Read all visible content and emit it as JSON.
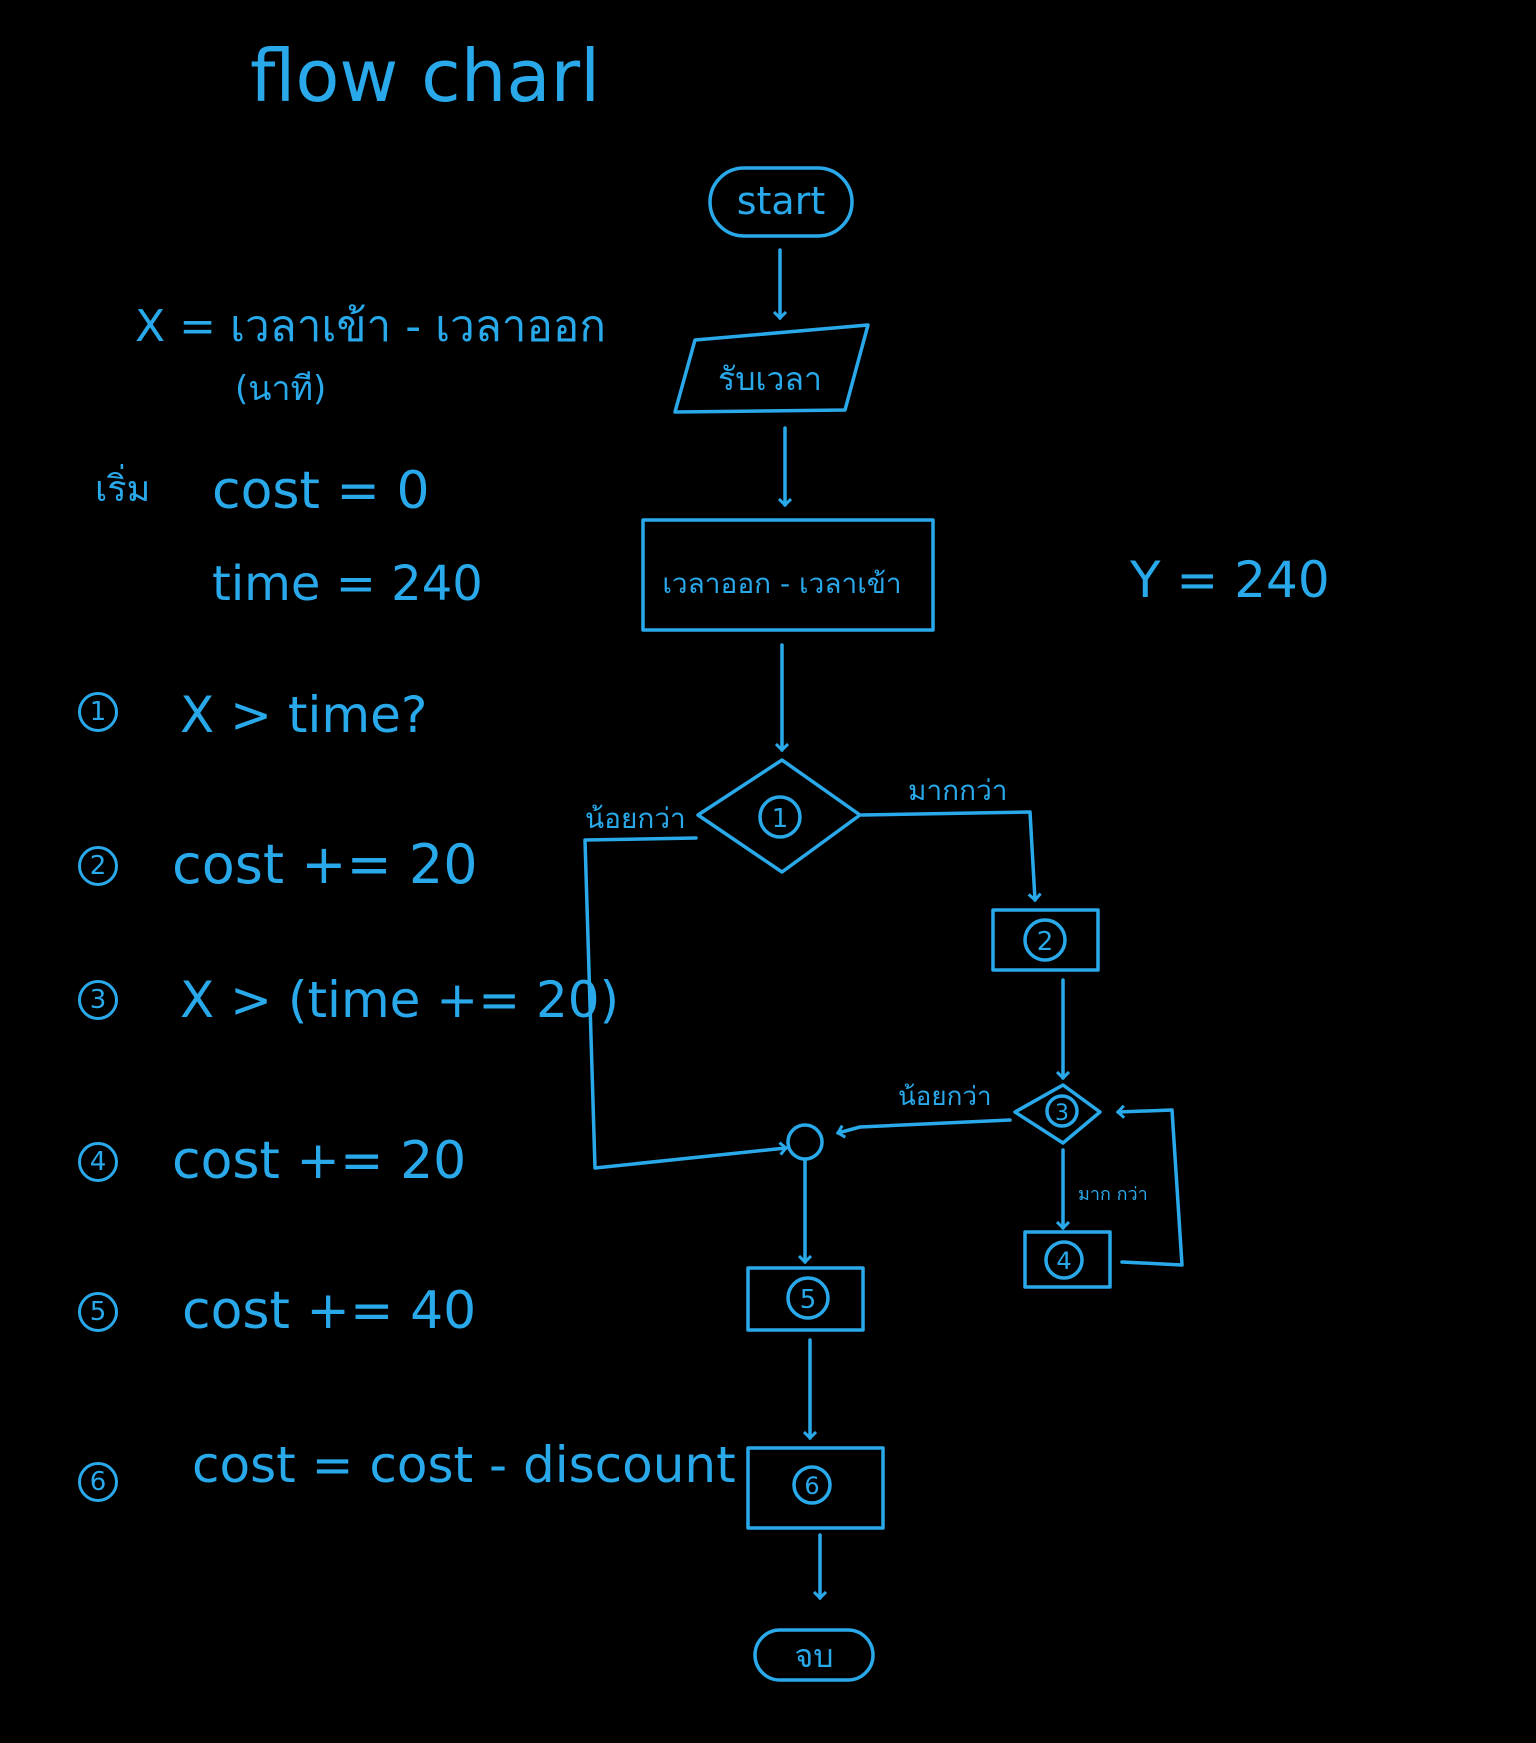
{
  "title": "flow charl",
  "notes": {
    "x_def": "X = เวลาเข้า - เวลาออก",
    "x_unit": "(นาที)",
    "init_label": "เริ่ม",
    "init_cost": "cost = 0",
    "init_time": "time = 240",
    "y_def": "Y = 240",
    "steps": [
      {
        "num": "1",
        "text": "X > time?"
      },
      {
        "num": "2",
        "text": "cost += 20"
      },
      {
        "num": "3",
        "text": "X > (time += 20)"
      },
      {
        "num": "4",
        "text": "cost += 20"
      },
      {
        "num": "5",
        "text": "cost += 40"
      },
      {
        "num": "6",
        "text": "cost = cost - discount"
      }
    ]
  },
  "flowchart": {
    "start": "start",
    "input": "รับเวลา",
    "process": "เวลาออก - เวลาเข้า",
    "decision1": "1",
    "decision1_less": "น้อยกว่า",
    "decision1_more": "มากกว่า",
    "box2": "2",
    "decision3": "3",
    "decision3_less": "น้อยกว่า",
    "decision3_more": "มาก กว่า",
    "box4": "4",
    "box5": "5",
    "box6": "6",
    "end": "จบ"
  },
  "colors": {
    "background": "#000000",
    "ink": "#29a9ea"
  }
}
